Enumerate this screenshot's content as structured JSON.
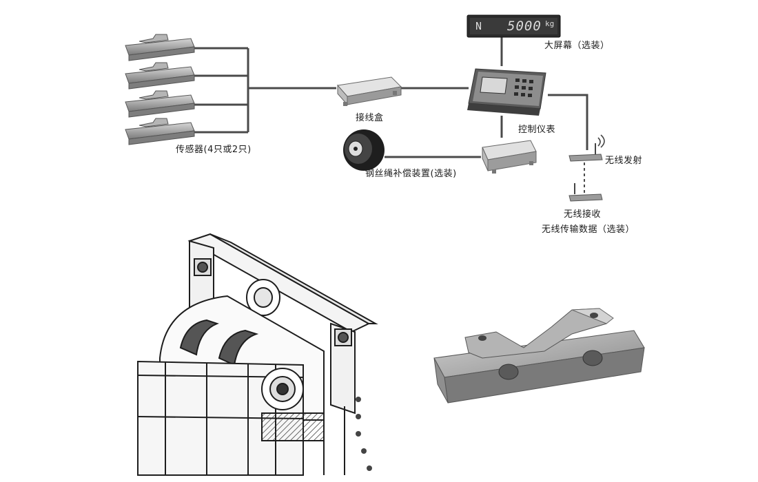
{
  "display": {
    "indicator": "N",
    "reading": "5000",
    "unit": "kg"
  },
  "labels": {
    "big_screen": "大屏幕（选装）",
    "controller": "控制仪表",
    "junction_box": "接线盒",
    "sensors": "传感器(4只或2只)",
    "compensator": "钢丝绳补偿装置(选装)",
    "wireless_tx": "无线发射",
    "wireless_rx": "无线接收",
    "wireless_data": "无线传输数据（选装）"
  },
  "colors": {
    "line": "#4a4a4a",
    "metal": "#a9a9a9",
    "metal_dark": "#6f6f6f",
    "screen_bg": "#2b2b2b",
    "screen_fg": "#dcdcdc"
  },
  "icons": [
    "load-cell-icon",
    "junction-box-icon",
    "controller-icon",
    "display-screen-icon",
    "encoder-icon",
    "antenna-icon"
  ]
}
